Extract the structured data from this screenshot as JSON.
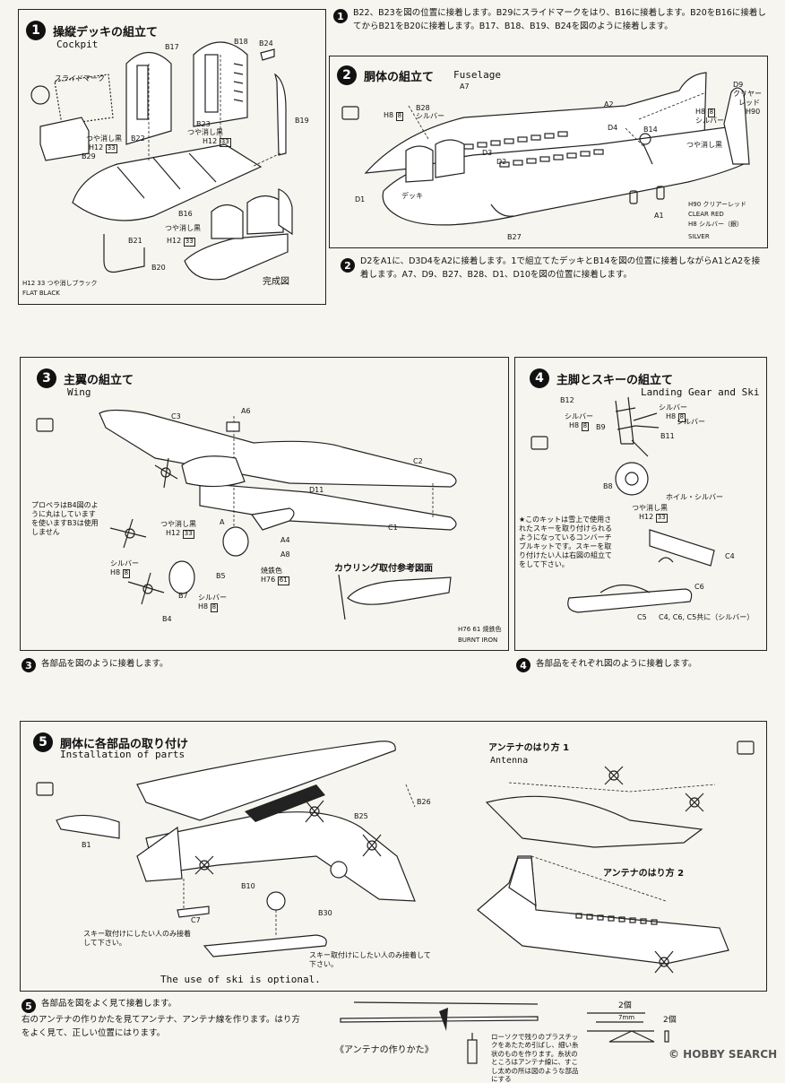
{
  "step1": {
    "num": "1",
    "title": "操縦デッキの組立て",
    "subtitle": "Cockpit",
    "labels": {
      "b17": "B17",
      "b18": "B18",
      "b24": "B24",
      "b19": "B19",
      "slide_mark": "スライドマーク",
      "matte_black_a": "つや消し黒",
      "h12_a": "H12",
      "b22": "B22",
      "b29": "B29",
      "b23": "B23",
      "matte_black_b": "つや消し黒",
      "h12_b": "H12",
      "b16": "B16",
      "b21": "B21",
      "matte_black_c": "つや消し黒",
      "h12_c": "H12",
      "b20": "B20",
      "complete": "完成図",
      "paint_jp": "H12 33  つや消しブラック",
      "paint_en": "FLAT BLACK"
    },
    "instruction": "B22、B23を図の位置に接着します。B29にスライドマークをはり、B16に接着します。B20をB16に接着してからB21をB20に接着します。B17、B18、B19、B24を図のように接着します。"
  },
  "step2": {
    "num": "2",
    "title": "胴体の組立て",
    "subtitle": "Fuselage",
    "labels": {
      "a7": "A7",
      "h8_a": "H8",
      "b28": "B28",
      "silver_a": "シルバー",
      "a2": "A2",
      "d4": "D4",
      "b14": "B14",
      "d3": "D3",
      "d2": "D2",
      "d9": "D9",
      "clear_red": "クリヤー",
      "red": "レッド",
      "h90_a": "H90",
      "h8_b": "H8",
      "silver_b": "シルバー",
      "matte_black": "つや消し黒",
      "d1": "D1",
      "deck": "デッキ",
      "b27": "B27",
      "a1": "A1",
      "h90_b": "H90",
      "clear_red_jp": "クリアーレッド",
      "clear_red_en": "CLEAR RED",
      "h8_c": "H8",
      "silver_c": "シルバー（銀）",
      "silver_en": "SILVER"
    },
    "instruction": "D2をA1に、D3D4をA2に接着します。1で組立てたデッキとB14を図の位置に接着しながらA1とA2を接着します。A7、D9、B27、B28、D1、D10を図の位置に接着します。"
  },
  "step3": {
    "num": "3",
    "title": "主翼の組立て",
    "subtitle": "Wing",
    "labels": {
      "c3": "C3",
      "a6": "A6",
      "c2": "C2",
      "d11": "D11",
      "c1": "C1",
      "prop_note": "プロペラはB4図のように丸はしていますを使いますB3は使用しません",
      "matte_black": "つや消し黒",
      "h12": "H12",
      "a": "A",
      "a4": "A4",
      "a8": "A8",
      "silver_a": "シルバー",
      "h8_a": "H8",
      "b5": "B5",
      "burnt_iron": "焼鉄色",
      "h76": "H76",
      "b7": "B7",
      "silver_b": "シルバー",
      "h8_b": "H8",
      "b4": "B4",
      "cowling_ref": "カウリング取付参考図面",
      "paint_jp": "H76 61  焼鉄色",
      "paint_en": "BURNT IRON"
    },
    "instruction": "各部品を図のように接着します。"
  },
  "step4": {
    "num": "4",
    "title": "主脚とスキーの組立て",
    "subtitle": "Landing Gear and Ski",
    "labels": {
      "b12": "B12",
      "silver_a": "シルバー",
      "h8_a": "H8",
      "silver_b": "シルバー",
      "h8_b": "H8",
      "b9": "B9",
      "silver_c": "シルバー",
      "b11": "B11",
      "b8": "B8",
      "wheel_silver": "ホイル・シルバー",
      "matte_black": "つや消し黒",
      "h12": "H12",
      "ski_note": "★このキットは雪上で使用されたスキーを取り付けられるようになっているコンバーチブルキットです。スキーを取り付けたい人は右図の組立てをして下さい。",
      "c4": "C4",
      "c6": "C6",
      "c5": "C5",
      "c_silver": "C4, C6, C5共に（シルバー）"
    },
    "instruction": "各部品をそれぞれ図のように接着します。"
  },
  "step5": {
    "num": "5",
    "title": "胴体に各部品の取り付け",
    "subtitle": "Installation of parts",
    "labels": {
      "b26": "B26",
      "b25": "B25",
      "b1": "B1",
      "b10": "B10",
      "b30": "B30",
      "c7": "C7",
      "ski_note_a": "スキー取付けにしたい人のみ接着して下さい。",
      "ski_note_b": "スキー取付けにしたい人のみ接着して下さい。",
      "ski_optional": "The use of ski is optional.",
      "antenna1_jp": "アンテナのはり方 1",
      "antenna1_en": "Antenna",
      "antenna2_jp": "アンテナのはり方 2"
    },
    "instruction": "各部品を図をよく見て接着します。",
    "antenna_text": "右のアンテナの作りかたを見てアンテナ、アンテナ線を作ります。はり方をよく見て、正しい位置にはります。",
    "candle_note": "ローソクで残りのプラスチックをあたため引ばし、細い糸状のものを作ります。糸状のところはアンテナ線に、すこし太めの所は図のような部品にする",
    "two_pcs_a": "2個",
    "seven_mm": "7mm",
    "two_pcs_b": "2個",
    "antenna_making": "《アンテナの作りかた》"
  },
  "watermark": "© HOBBY SEARCH"
}
